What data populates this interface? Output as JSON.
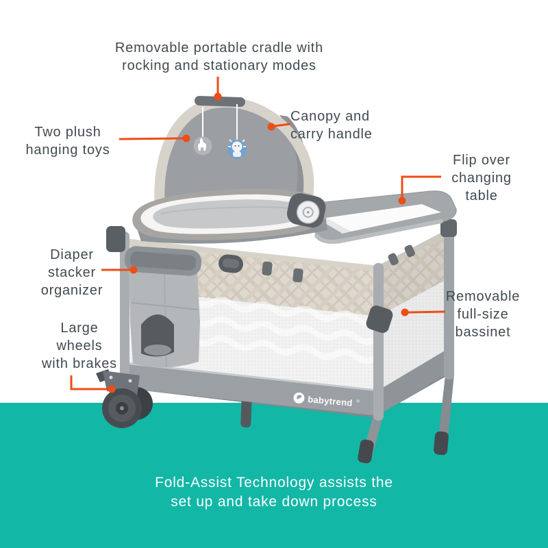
{
  "page": {
    "background_color": "#ffffff",
    "band_color": "#12b7a6",
    "accent_color": "#ee4d16",
    "label_color": "#414a4f",
    "footer_text_color": "#ffffff"
  },
  "callouts": {
    "cradle": {
      "line1": "Removable portable cradle with",
      "line2": "rocking and stationary modes"
    },
    "toys": {
      "line1": "Two plush",
      "line2": "hanging toys"
    },
    "canopy": {
      "line1": "Canopy and",
      "line2": "carry handle"
    },
    "changing_table": {
      "line1": "Flip over",
      "line2": "changing",
      "line3": "table"
    },
    "diaper": {
      "line1": "Diaper",
      "line2": "stacker",
      "line3": "organizer"
    },
    "bassinet": {
      "line1": "Removable",
      "line2": "full-size",
      "line3": "bassinet"
    },
    "wheels": {
      "line1": "Large",
      "line2": "wheels",
      "line3": "with brakes"
    }
  },
  "footer": {
    "line1": "Fold-Assist Technology assists the",
    "line2": "set up and take down process"
  },
  "product": {
    "brand": "babytrend",
    "reg": "®"
  }
}
